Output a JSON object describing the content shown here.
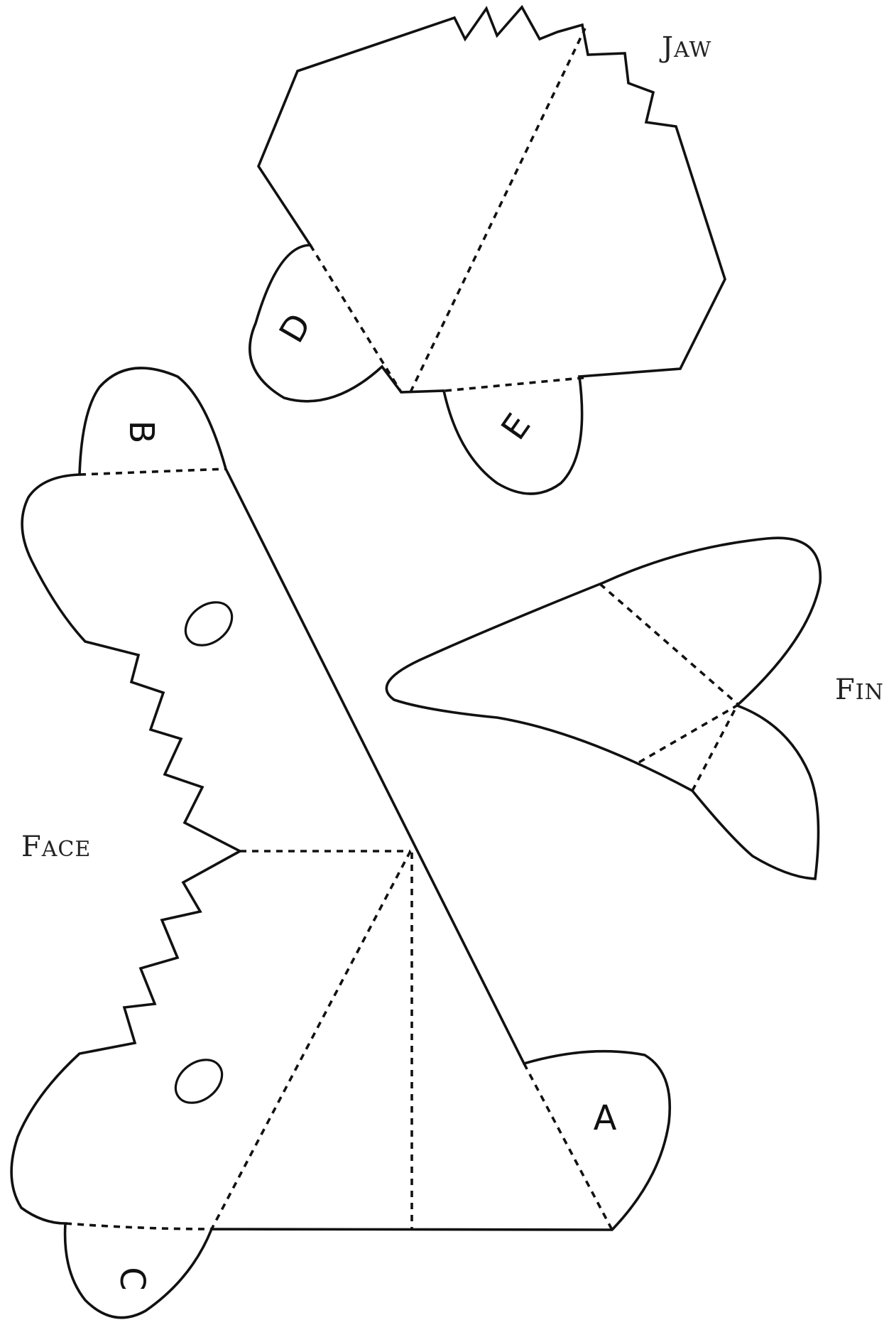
{
  "pieces": {
    "jaw": {
      "label_initial": "J",
      "label_rest": "AW"
    },
    "fin": {
      "label_initial": "F",
      "label_rest": "IN"
    },
    "face": {
      "label_initial": "F",
      "label_rest": "ACE"
    }
  },
  "tabs": {
    "a": "A",
    "b": "B",
    "c": "C",
    "d": "D",
    "e": "E"
  },
  "colors": {
    "line": "#111111",
    "background": "#ffffff"
  }
}
